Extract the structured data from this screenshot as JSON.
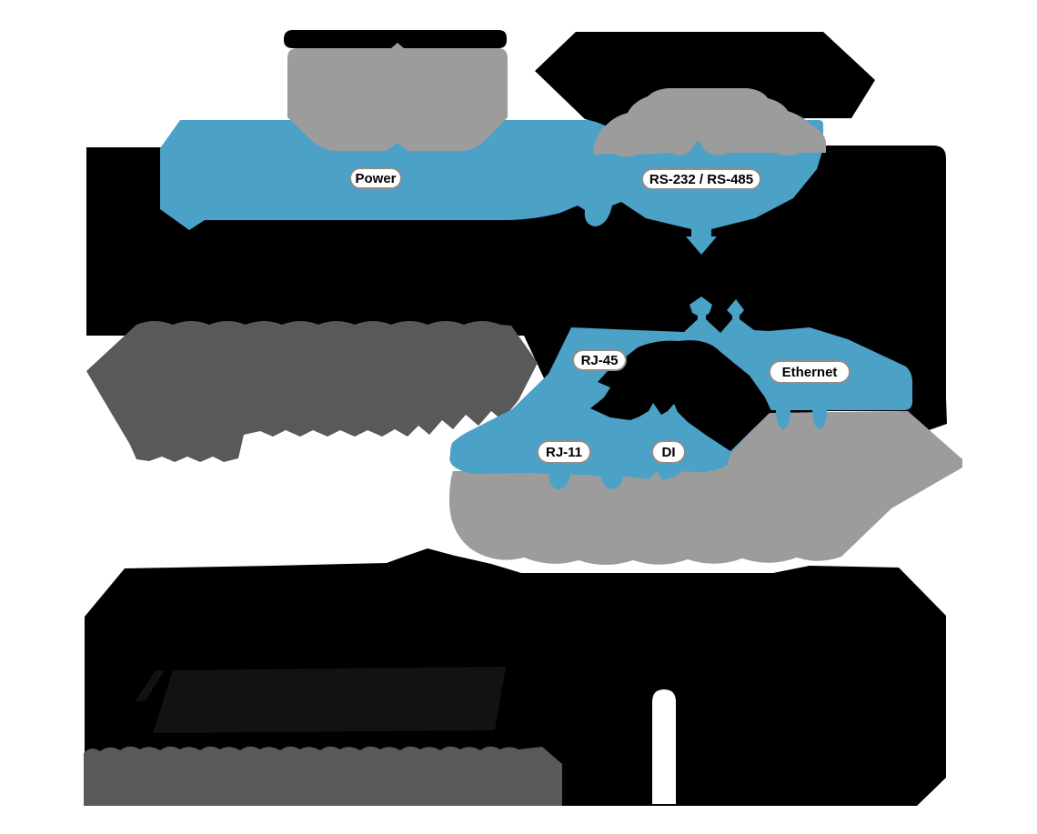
{
  "diagram": {
    "type": "device-connection-diagram",
    "labels": {
      "power": "Power",
      "serial": "RS-232 / RS-485",
      "rj45": "RJ-45",
      "ethernet": "Ethernet",
      "rj11": "RJ-11",
      "di": "DI"
    }
  },
  "colors": {
    "blue": "#4BA1C6",
    "light_gray": "#9C9C9C",
    "dark_gray": "#595959",
    "black": "#000000",
    "ghost": "#121212",
    "white": "#FFFFFF",
    "pill_border": "#8E8E8E"
  }
}
